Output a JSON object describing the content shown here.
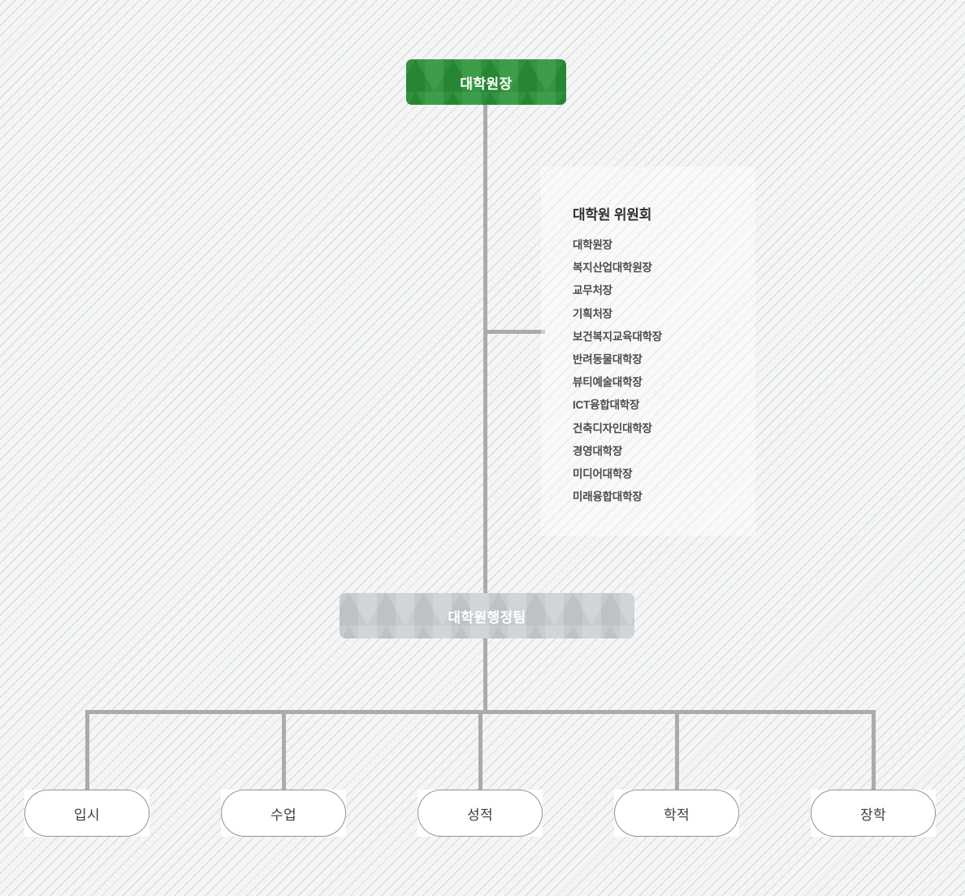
{
  "org_chart": {
    "top_node": {
      "label": "대학원장",
      "color": "#2b9438",
      "text_color": "#ffffff"
    },
    "committee": {
      "title": "대학원 위원회",
      "members": [
        "대학원장",
        "복지산업대학원장",
        "교무처장",
        "기획처장",
        "보건복지교육대학장",
        "반려동물대학장",
        "뷰티예술대학장",
        "ICT융합대학장",
        "건축디자인대학장",
        "경영대학장",
        "미디어대학장",
        "미래융합대학장"
      ]
    },
    "admin_node": {
      "label": "대학원행정팀",
      "color": "#cbcfd2",
      "text_color": "#ffffff"
    },
    "leaf_nodes": [
      {
        "label": "입시"
      },
      {
        "label": "수업"
      },
      {
        "label": "성적"
      },
      {
        "label": "학적"
      },
      {
        "label": "장학"
      }
    ],
    "connector_color": "#a9abad"
  }
}
